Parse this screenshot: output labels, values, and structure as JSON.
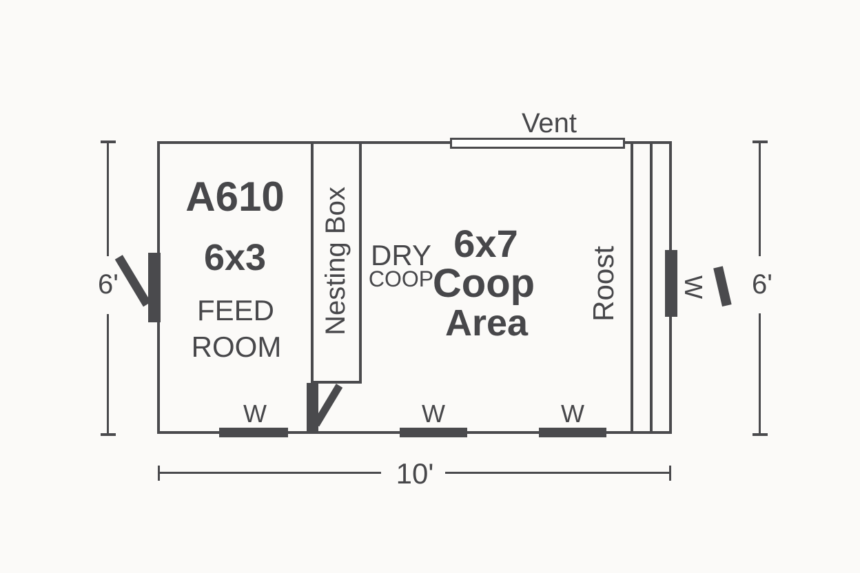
{
  "colors": {
    "background": "#fbfaf8",
    "line": "#4a4a4d",
    "text": "#47474a"
  },
  "plan": {
    "vent_label": "Vent",
    "feed_room": {
      "model": "A610",
      "size": "6x3",
      "name_line1": "FEED",
      "name_line2": "ROOM"
    },
    "nesting_box_label": "Nesting Box",
    "coop_area": {
      "note_line1": "DRY",
      "note_line2": "COOP",
      "size": "6x7",
      "name_line1": "Coop",
      "name_line2": "Area"
    },
    "roost_label": "Roost",
    "bottom_window_labels": [
      "W",
      "W",
      "W"
    ],
    "right_window_label": "W",
    "dimensions": {
      "left": "6'",
      "right": "6'",
      "bottom": "10'"
    }
  }
}
